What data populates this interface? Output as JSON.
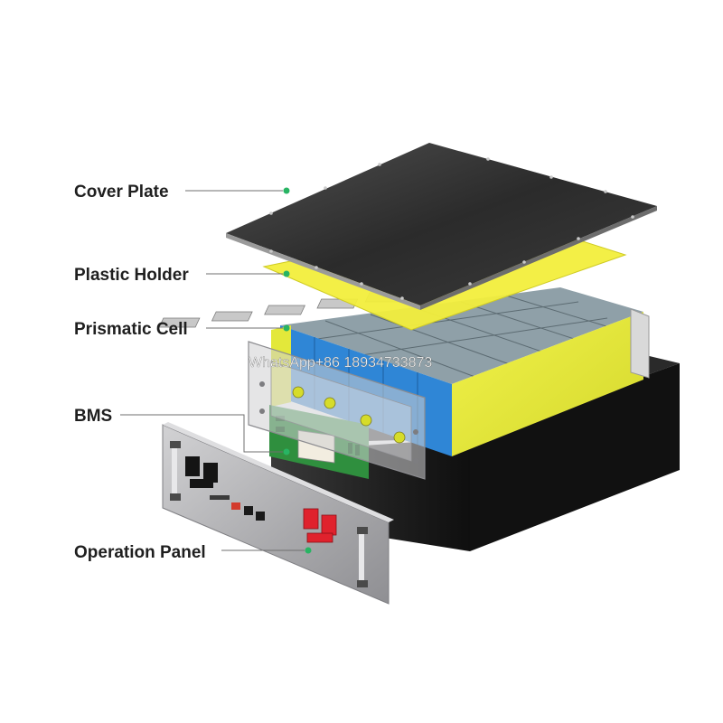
{
  "labels": {
    "cover_plate": "Cover Plate",
    "plastic_holder": "Plastic Holder",
    "prismatic_cell": "Prismatic Cell",
    "bms": "BMS",
    "operation_panel": "Operation Panel"
  },
  "watermark": "WhatsApp+86 18934733873",
  "colors": {
    "leader_line": "#6f6f6f",
    "pointer_dot": "#28b463",
    "cover_plate": "#2e2e2e",
    "plastic_holder": "#f2ee3c",
    "cell_blue": "#2f86d6",
    "cell_yellow": "#e3e83a",
    "casing": "#1c1c1c",
    "panel_metal": "#b6b6b9",
    "bms_board": "#2f8f3e",
    "terminal_red": "#e0222d"
  }
}
